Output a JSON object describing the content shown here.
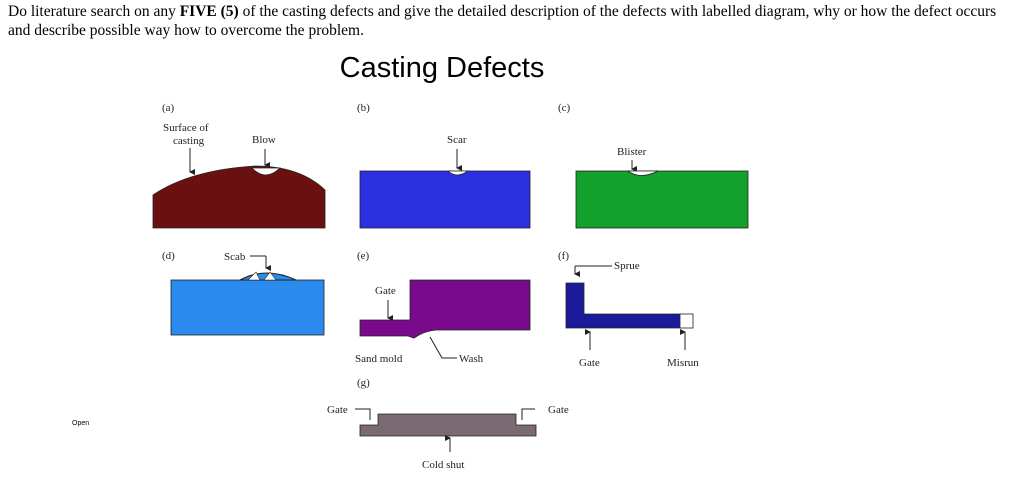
{
  "question": {
    "before": "Do literature search on any ",
    "emphasis": "FIVE (5)",
    "after": " of the casting defects and give the detailed description of the defects with labelled diagram, why or how the defect occurs and describe possible way how to overcome the problem."
  },
  "figure": {
    "title": "Casting Defects",
    "panels": {
      "a": {
        "tag": "(a)",
        "surface_label_1": "Surface of",
        "surface_label_2": "casting",
        "defect_label": "Blow",
        "color": "#6b1010"
      },
      "b": {
        "tag": "(b)",
        "defect_label": "Scar",
        "color": "#2b2fe0"
      },
      "c": {
        "tag": "(c)",
        "defect_label": "Blister",
        "color": "#14a02c"
      },
      "d": {
        "tag": "(d)",
        "defect_label": "Scab",
        "color": "#2a8aee"
      },
      "e": {
        "tag": "(e)",
        "gate_label": "Gate",
        "mold_label": "Sand mold",
        "defect_label": "Wash",
        "color": "#7a0a8c"
      },
      "f": {
        "tag": "(f)",
        "sprue_label": "Sprue",
        "gate_label": "Gate",
        "defect_label": "Misrun",
        "color": "#1a1a9a"
      },
      "g": {
        "tag": "(g)",
        "gate_left_label": "Gate",
        "gate_right_label": "Gate",
        "defect_label": "Cold shut",
        "color": "#7a6a72"
      }
    }
  },
  "footer": {
    "open_label": "Open"
  }
}
